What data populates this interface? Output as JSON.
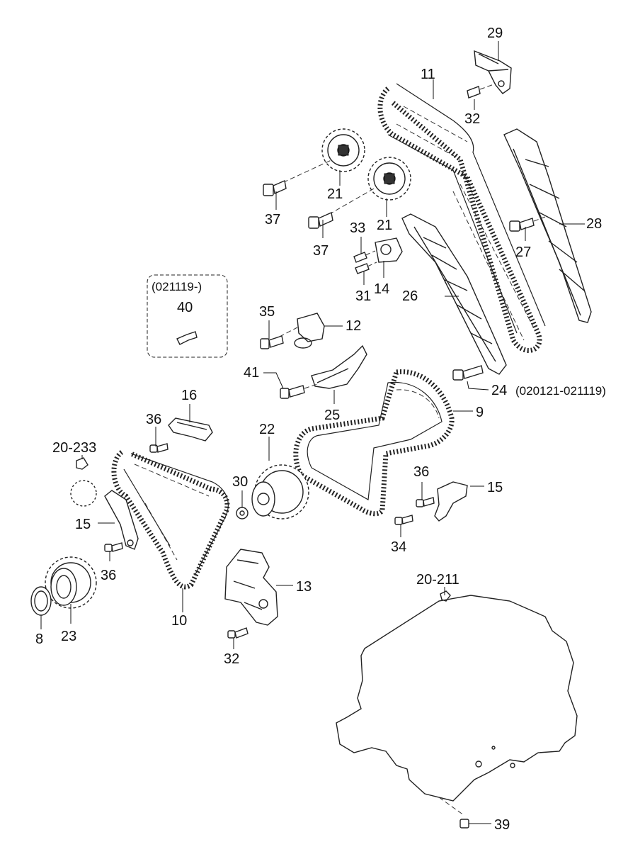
{
  "labels": {
    "p29": "29",
    "p11": "11",
    "p32a": "32",
    "p28": "28",
    "p21a": "21",
    "p37a": "37",
    "p21b": "21",
    "p33": "33",
    "p37b": "37",
    "p27": "27",
    "p14": "14",
    "p31": "31",
    "p26": "26",
    "p35": "35",
    "p12": "12",
    "p40": "40",
    "p41": "41",
    "p25": "25",
    "p24": "24",
    "p24note": "(020121-021119)",
    "p9": "9",
    "p16": "16",
    "p36a": "36",
    "p22": "22",
    "p20_233": "20-233",
    "p30": "30",
    "p15a": "15",
    "p36b": "36",
    "p15b": "15",
    "p34": "34",
    "p36c": "36",
    "p13": "13",
    "p8": "8",
    "p23": "23",
    "p10": "10",
    "p32b": "32",
    "p20_211": "20-211",
    "p39": "39"
  },
  "inset": {
    "date_range": "(021119-)"
  }
}
